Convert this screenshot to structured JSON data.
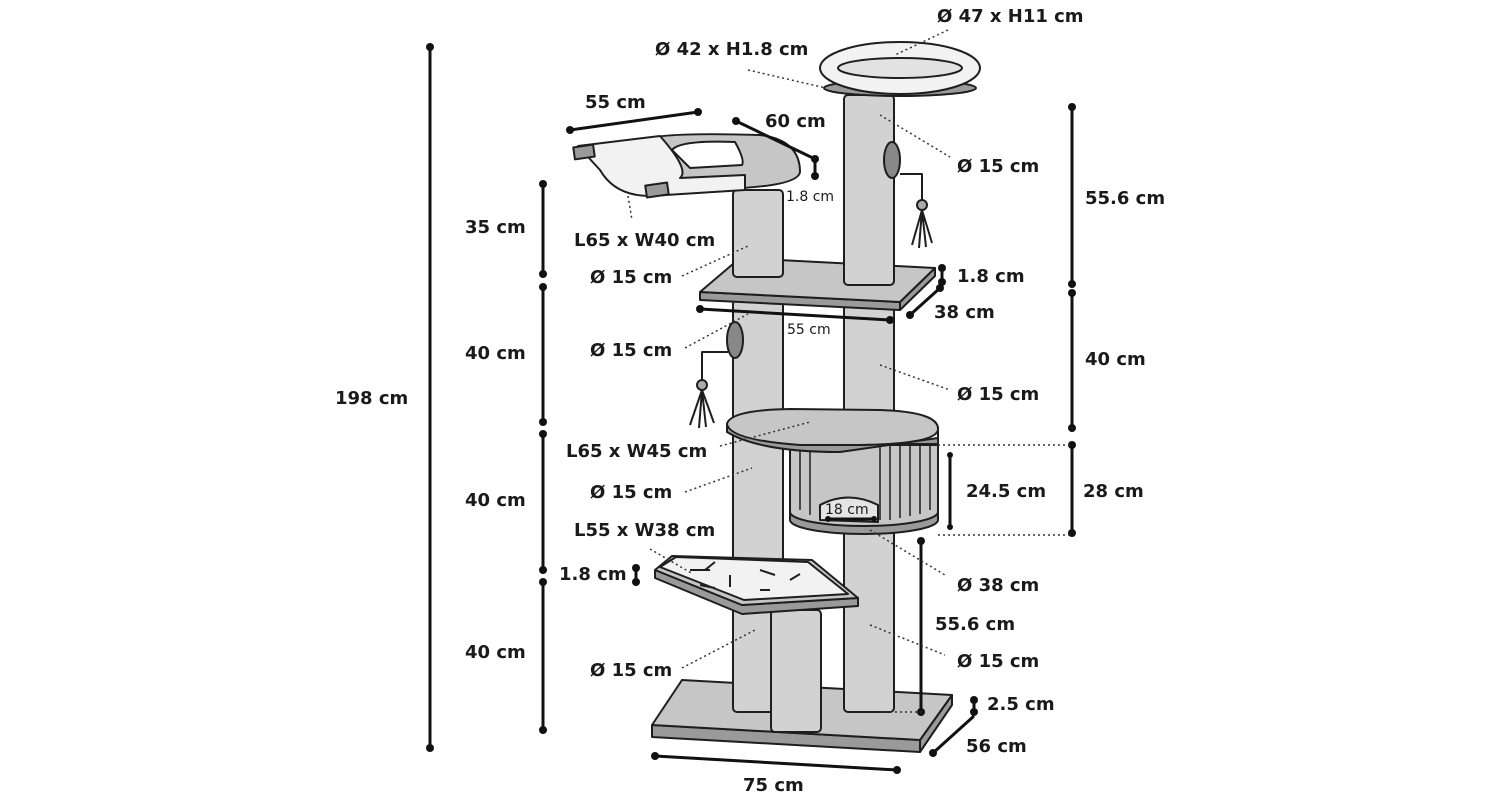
{
  "labels": {
    "top_bed": "Ø 47 x H11 cm",
    "top_disc": "Ø 42 x H1.8 cm",
    "hammock_width": "55 cm",
    "hammock_depth": "60 cm",
    "upper_right_post": "Ø 15 cm",
    "hammock_thickness": "1.8 cm",
    "right_upper_height": "55.6 cm",
    "left_upper_height": "35 cm",
    "hammock_size": "L65 x W40 cm",
    "upper_left_post": "Ø 15 cm",
    "mid_platform_thickness": "1.8 cm",
    "mid_platform_depth": "38 cm",
    "mid_platform_width": "55 cm",
    "left_mid_height": "40 cm",
    "mid_left_post": "Ø 15 cm",
    "right_mid_height": "40 cm",
    "total_height": "198 cm",
    "mid_right_post": "Ø 15 cm",
    "oval_platform": "L65 x W45 cm",
    "house_inner_height": "24.5 cm",
    "house_height": "28 cm",
    "left_lower_height": "40 cm",
    "lower_left_post": "Ø 15 cm",
    "house_opening": "18 cm",
    "lower_platform": "L55 x W38 cm",
    "lower_platform_thickness": "1.8 cm",
    "house_diameter": "Ø 38 cm",
    "right_lower_height": "55.6 cm",
    "left_bottom_height": "40 cm",
    "bottom_left_post": "Ø 15 cm",
    "bottom_right_post": "Ø 15 cm",
    "base_thickness": "2.5 cm",
    "base_depth": "56 cm",
    "base_width": "75 cm"
  }
}
